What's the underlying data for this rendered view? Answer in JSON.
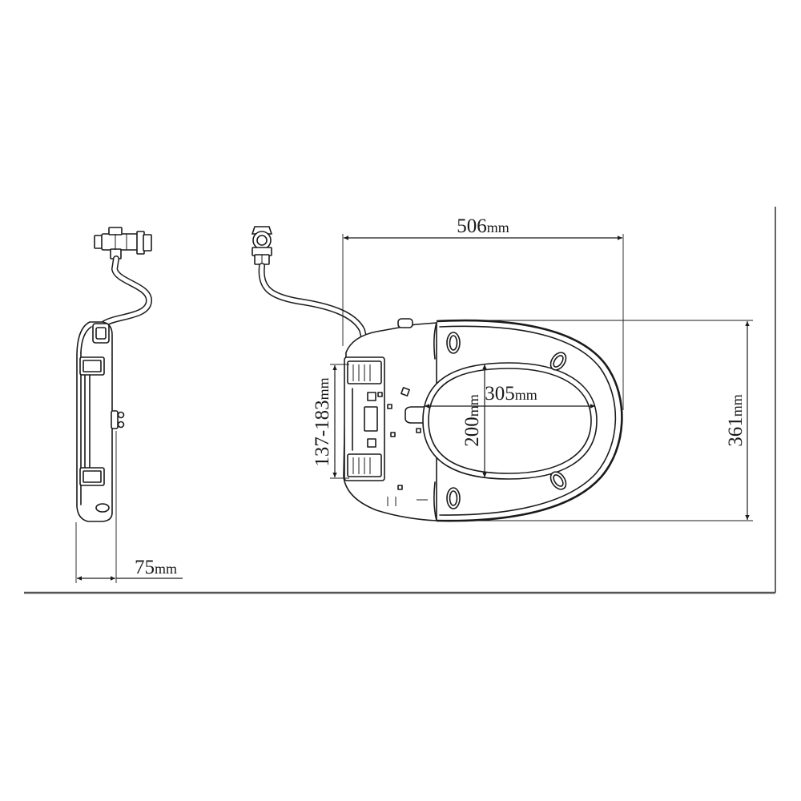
{
  "colors": {
    "line": "#1a1a1a",
    "frame": "#555555",
    "background": "#ffffff"
  },
  "side_view": {
    "thickness": {
      "value": "75",
      "unit": "mm"
    }
  },
  "top_view": {
    "overall_length": {
      "value": "506",
      "unit": "mm"
    },
    "overall_width": {
      "value": "361",
      "unit": "mm"
    },
    "opening_length": {
      "value": "305",
      "unit": "mm"
    },
    "opening_width": {
      "value": "200",
      "unit": "mm"
    },
    "bracket_range": {
      "value": "137-183",
      "unit": "mm"
    }
  }
}
